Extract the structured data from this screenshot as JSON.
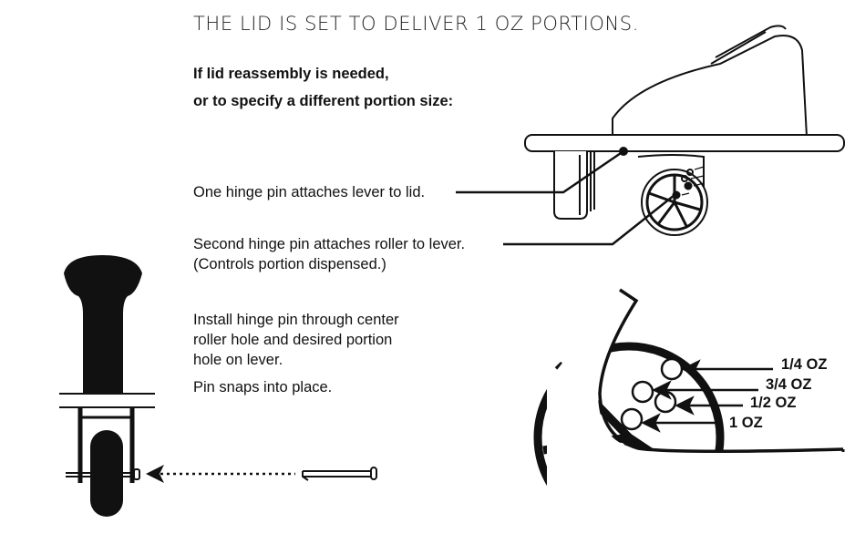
{
  "heading": "THE LID IS SET TO DELIVER 1 OZ PORTIONS.",
  "intro": {
    "line1": "If lid reassembly is needed,",
    "line2": "or to specify a different portion size:"
  },
  "callouts": {
    "hinge_lid": "One hinge pin attaches lever to lid.",
    "hinge_roller_1": "Second hinge pin attaches roller to lever.",
    "hinge_roller_2": "(Controls portion dispensed.)"
  },
  "install": {
    "line1": "Install hinge pin through center",
    "line2": "roller hole and desired portion",
    "line3": "hole on lever.",
    "line4": "Pin snaps into place."
  },
  "portion_labels": {
    "quarter": "1/4 OZ",
    "three_quarter": "3/4 OZ",
    "half": "1/2 OZ",
    "one": "1 OZ"
  }
}
